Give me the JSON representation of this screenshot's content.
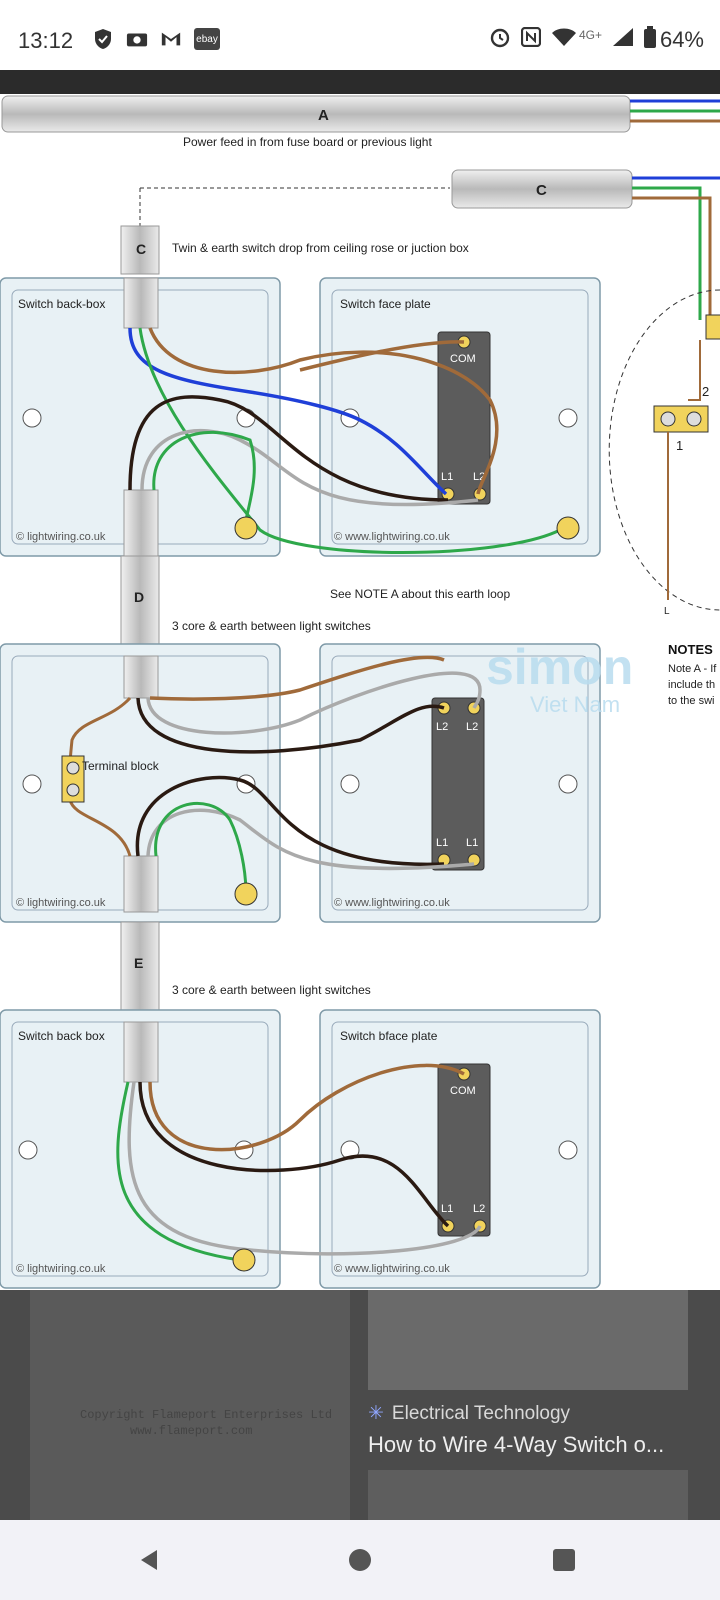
{
  "status_bar": {
    "time": "13:12",
    "left_icons": [
      "shield-icon",
      "camera-icon",
      "gmail-icon",
      "ebay-icon"
    ],
    "ebay_label": "ebay",
    "right_icons": [
      "alarm-icon",
      "nfc-icon",
      "wifi-icon",
      "signal-icon",
      "battery-icon"
    ],
    "network": "4G+",
    "battery": "64%"
  },
  "diagram": {
    "cable_a": "A",
    "power_feed": "Power feed in from fuse board or previous light",
    "cable_c": "C",
    "cable_c2": "C",
    "drop_text": "Twin & earth switch drop from ceiling rose or juction box",
    "box1_left_title": "Switch back-box",
    "box1_right_title": "Switch face plate",
    "com": "COM",
    "l1": "L1",
    "l2": "L2",
    "copyright_left": "© lightwiring.co.uk",
    "copyright_right": "© www.lightwiring.co.uk",
    "note_loop": "See NOTE A about this earth loop",
    "cable_d": "D",
    "three_core": "3 core & earth between light switches",
    "terminal_block": "Terminal block",
    "watermark_brand": "simon",
    "watermark_sub": "Viet Nam",
    "notes_title": "NOTES",
    "notes_line1": "Note A - If",
    "notes_line2": "include th",
    "notes_line3": "to the swi",
    "cable_e": "E",
    "three_core2": "3 core & earth between light switches",
    "box3_left_title": "Switch back box",
    "box3_right_title": "Switch bface plate",
    "ceiling_2": "2",
    "ceiling_1": "1",
    "ceiling_l": "L"
  },
  "related_result": {
    "watermark_text": "Copyright Flameport Enterprises Ltd",
    "watermark_url": "www.flameport.com",
    "source": "Electrical Technology",
    "title": "How to Wire 4-Way Switch o..."
  },
  "nav": {
    "back": "back-icon",
    "home": "home-icon",
    "recents": "recents-icon"
  }
}
